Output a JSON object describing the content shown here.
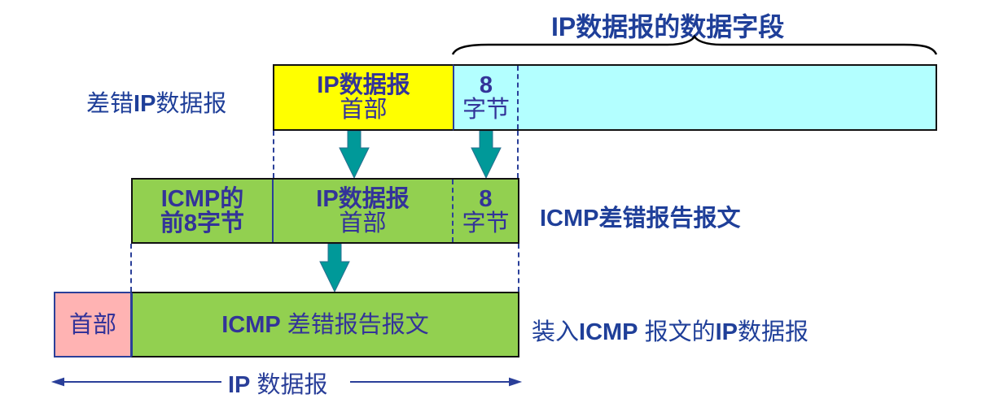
{
  "title": "IP数据报的数据字段",
  "rows": {
    "error_datagram": {
      "label": "差错IP数据报",
      "header_line1": "IP数据报",
      "header_line2": "首部",
      "bytes_line1": "8",
      "bytes_line2": "字节"
    },
    "icmp_message": {
      "label": "ICMP差错报告报文",
      "first8_line1": "ICMP的",
      "first8_line2": "前8字节",
      "header_line1": "IP数据报",
      "header_line2": "首部",
      "bytes_line1": "8",
      "bytes_line2": "字节"
    },
    "encapsulated": {
      "label": "装入ICMP 报文的IP数据报",
      "header": "首部",
      "body": "ICMP 差错报告报文"
    }
  },
  "span_label": "IP 数据报",
  "colors": {
    "ip_header_yellow": "#ffff00",
    "ip_data_cyan": "#b3ffff",
    "icmp_green": "#92d050",
    "header_pink": "#ffb3b3",
    "arrow_teal": "#009999",
    "text_blue": "#333399"
  }
}
